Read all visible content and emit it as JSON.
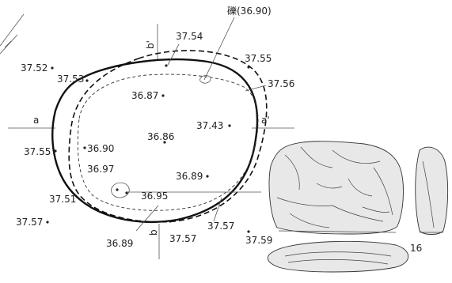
{
  "figure": {
    "stone_label": "礫(36.90)",
    "section_labels": {
      "a": "a",
      "a_prime": "a'",
      "b": "b",
      "b_prime": "b'"
    },
    "elevations": [
      {
        "id": "e1",
        "text": "37.52"
      },
      {
        "id": "e2",
        "text": "37.53"
      },
      {
        "id": "e3",
        "text": "37.54"
      },
      {
        "id": "e4",
        "text": "37.55"
      },
      {
        "id": "e5",
        "text": "37.56"
      },
      {
        "id": "e6",
        "text": "36.87"
      },
      {
        "id": "e7",
        "text": "37.43"
      },
      {
        "id": "e8",
        "text": "36.86"
      },
      {
        "id": "e9",
        "text": "37.55"
      },
      {
        "id": "e10",
        "text": "36.90"
      },
      {
        "id": "e11",
        "text": "36.97"
      },
      {
        "id": "e12",
        "text": "36.89"
      },
      {
        "id": "e13",
        "text": "37.51"
      },
      {
        "id": "e14",
        "text": "36.95"
      },
      {
        "id": "e15",
        "text": "37.57"
      },
      {
        "id": "e16",
        "text": "36.89"
      },
      {
        "id": "e17",
        "text": "37.57"
      },
      {
        "id": "e18",
        "text": "37.57"
      },
      {
        "id": "e19",
        "text": "37.59"
      }
    ],
    "artifact_number": "16"
  }
}
